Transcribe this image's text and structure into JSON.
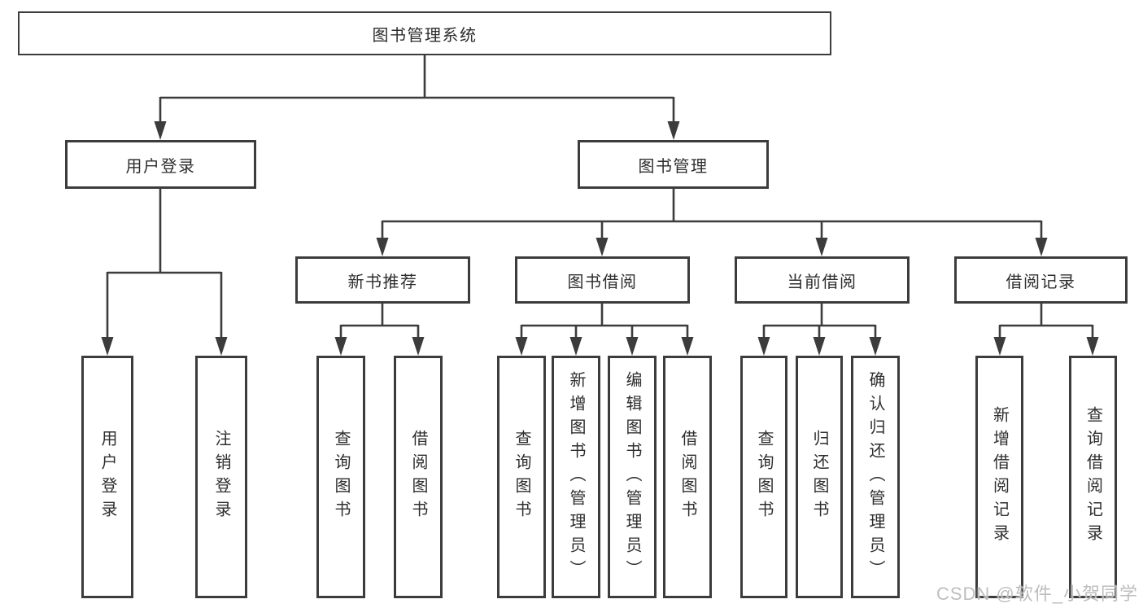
{
  "diagram": {
    "type": "hierarchy-tree",
    "tree": {
      "root": {
        "label": "图书管理系统",
        "children": [
          {
            "label": "用户登录",
            "children": [
              {
                "label": "用户登录"
              },
              {
                "label": "注销登录"
              }
            ]
          },
          {
            "label": "图书管理",
            "children": [
              {
                "label": "新书推荐",
                "children": [
                  {
                    "label": "查询图书"
                  },
                  {
                    "label": "借阅图书"
                  }
                ]
              },
              {
                "label": "图书借阅",
                "children": [
                  {
                    "label": "查询图书"
                  },
                  {
                    "label": "新增图书（管理员）"
                  },
                  {
                    "label": "编辑图书（管理员）"
                  },
                  {
                    "label": "借阅图书"
                  }
                ]
              },
              {
                "label": "当前借阅",
                "children": [
                  {
                    "label": "查询图书"
                  },
                  {
                    "label": "归还图书"
                  },
                  {
                    "label": "确认归还（管理员）"
                  }
                ]
              },
              {
                "label": "借阅记录",
                "children": [
                  {
                    "label": "新增借阅记录"
                  },
                  {
                    "label": "查询借阅记录"
                  }
                ]
              }
            ]
          }
        ]
      }
    },
    "colors": {
      "line": "#3c3c3c",
      "box_border": "#3c3c3c",
      "box_fill": "#ffffff",
      "text": "#2e2e2e",
      "watermark": "#bababa"
    }
  },
  "watermark": {
    "text": "CSDN @软件_小贺同学"
  }
}
